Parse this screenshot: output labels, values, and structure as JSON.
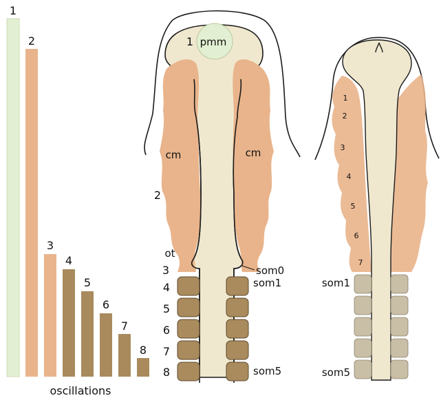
{
  "bar_chart": {
    "xlabel": "oscillations",
    "bars": [
      {
        "label": "1",
        "value": 520,
        "color": "#e3efd2"
      },
      {
        "label": "2",
        "value": 477,
        "color": "#e9b48b"
      },
      {
        "label": "3",
        "value": 179,
        "color": "#e9b48b"
      },
      {
        "label": "4",
        "value": 157,
        "color": "#a88a5d"
      },
      {
        "label": "5",
        "value": 125,
        "color": "#a88a5d"
      },
      {
        "label": "6",
        "value": 93,
        "color": "#a88a5d"
      },
      {
        "label": "7",
        "value": 63,
        "color": "#a88a5d"
      },
      {
        "label": "8",
        "value": 28,
        "color": "#a88a5d"
      }
    ]
  },
  "middle_diagram": {
    "labels": {
      "pmm": "pmm",
      "cm_left": "cm",
      "cm_right": "cm",
      "ot": "ot",
      "som0": "som0",
      "som1": "som1",
      "som5": "som5"
    },
    "numbers": [
      "1",
      "2",
      "3",
      "4",
      "5",
      "6",
      "7",
      "8"
    ]
  },
  "right_diagram": {
    "labels": {
      "som1": "som1",
      "som5": "som5"
    },
    "numbers": [
      "1",
      "2",
      "3",
      "4",
      "5",
      "6",
      "7"
    ]
  },
  "colors": {
    "light_green": "#e3efd2",
    "cream": "#efe8cf",
    "peach": "#e9b48b",
    "brown_somite": "#a98b5e",
    "grey_somite": "#c9bea6",
    "outline": "#1a1a1a"
  }
}
